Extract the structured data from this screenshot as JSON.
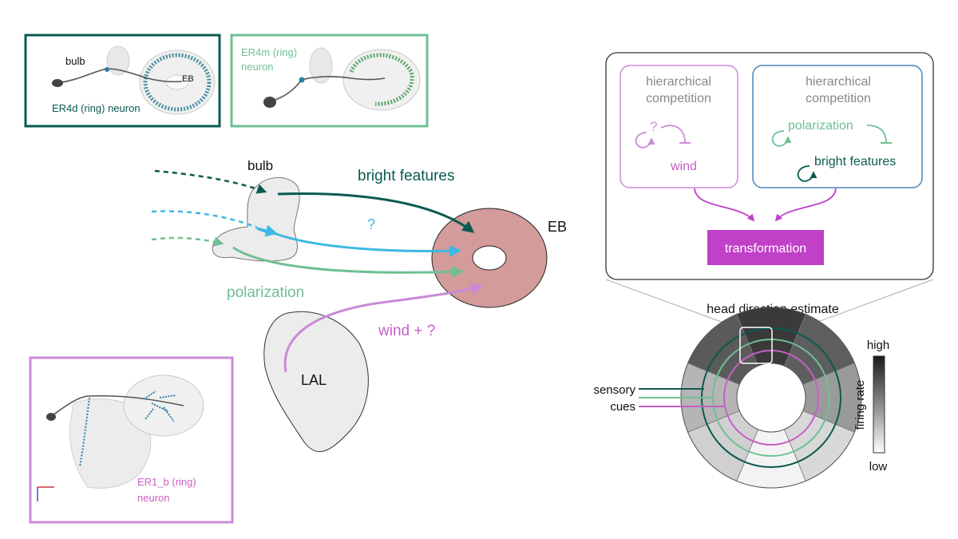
{
  "colors": {
    "dark_green": "#0b5a50",
    "light_green": "#6fbf93",
    "cyan": "#3db9e3",
    "pink": "#c65fc6",
    "lavender": "#cc8bd8",
    "purple": "#c040c8",
    "eb_fill": "#d49b9b",
    "blue": "#4a86bd",
    "gray_tissue": "#ececec"
  },
  "panels": {
    "er4d": {
      "label": "ER4d (ring) neuron",
      "bulb": "bulb",
      "eb": "EB"
    },
    "er4m": {
      "label_line1": "ER4m (ring)",
      "label_line2": "neuron"
    },
    "er1b": {
      "label_line1": "ER1_b (ring)",
      "label_line2": "neuron"
    }
  },
  "circuit": {
    "bulb": "bulb",
    "eb": "EB",
    "lal": "LAL",
    "bright_features": "bright features",
    "question": "?",
    "polarization": "polarization",
    "wind": "wind + ?"
  },
  "model": {
    "left_box": {
      "title_line1": "hierarchical",
      "title_line2": "competition",
      "top_cue": "?",
      "bottom_cue": "wind"
    },
    "right_box": {
      "title_line1": "hierarchical",
      "title_line2": "competition",
      "top_cue": "polarization",
      "bottom_cue": "bright features"
    },
    "transformation": "transformation"
  },
  "ring": {
    "title": "head direction estimate",
    "sensory_line1": "sensory",
    "sensory_line2": "cues",
    "colorbar_high": "high",
    "colorbar_low": "low",
    "colorbar_label": "firing rate"
  }
}
